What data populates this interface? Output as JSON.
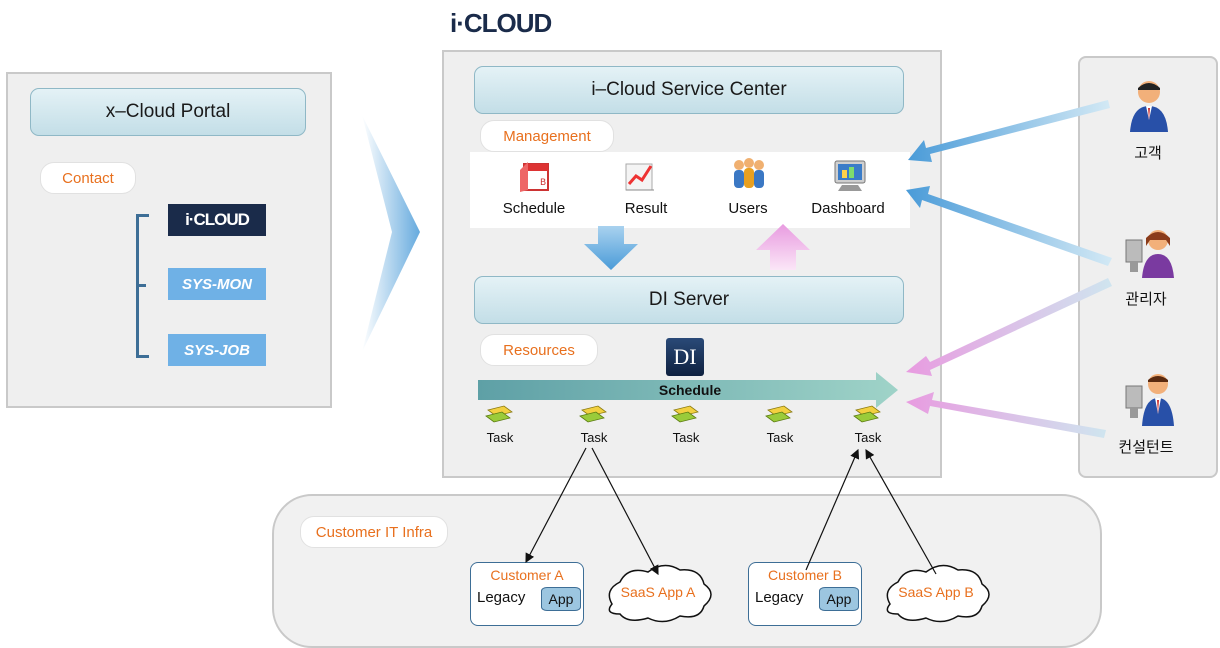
{
  "brand": {
    "logo_text": "i·CLOUD"
  },
  "portal": {
    "title": "x–Cloud Portal",
    "contact_label": "Contact",
    "items": [
      {
        "label": "i·CLOUD"
      },
      {
        "label": "SYS-MON"
      },
      {
        "label": "SYS-JOB"
      }
    ]
  },
  "service_center": {
    "title": "i–Cloud Service Center",
    "management_label": "Management",
    "modules": [
      {
        "label": "Schedule",
        "icon": "calendar-icon"
      },
      {
        "label": "Result",
        "icon": "chart-icon"
      },
      {
        "label": "Users",
        "icon": "users-icon"
      },
      {
        "label": "Dashboard",
        "icon": "monitor-icon"
      }
    ]
  },
  "di_server": {
    "title": "DI Server",
    "resources_label": "Resources",
    "logo_text": "DI",
    "schedule_label": "Schedule",
    "tasks": [
      "Task",
      "Task",
      "Task",
      "Task",
      "Task"
    ]
  },
  "infra": {
    "label": "Customer IT Infra",
    "customers": [
      {
        "name": "Customer A",
        "legacy": "Legacy",
        "app": "App",
        "saas": "SaaS App A"
      },
      {
        "name": "Customer B",
        "legacy": "Legacy",
        "app": "App",
        "saas": "SaaS App B"
      }
    ]
  },
  "actors": [
    {
      "label": "고객"
    },
    {
      "label": "관리자"
    },
    {
      "label": "컨설턴트"
    }
  ],
  "colors": {
    "accent_orange": "#e8701e",
    "banner_blue": "#c3dee7",
    "logo_navy": "#1a2b4a",
    "sys_blue": "#6fb1e6",
    "arrow_blue": "#4a9bd8",
    "arrow_pink": "#e89be0"
  }
}
